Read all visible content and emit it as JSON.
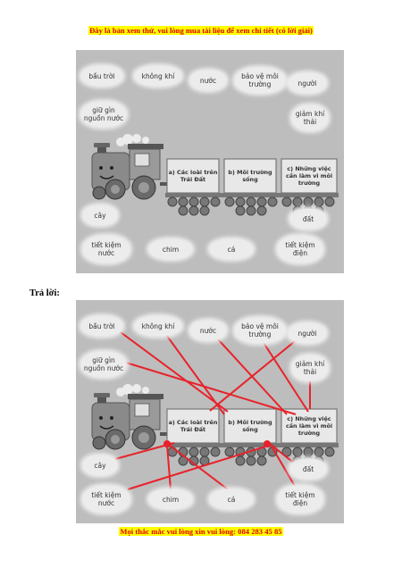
{
  "header": {
    "banner": "Đây là bản xem thử, vui lòng mua tài liệu để xem chi tiết (có lời giải)"
  },
  "answer_label": "Trả lời:",
  "footer": {
    "banner": "Mọi thắc mắc vui lòng xin vui lòng: 084 283 45 85"
  },
  "words": {
    "bau_troi": "bầu trời",
    "khong_khi": "không khí",
    "nuoc": "nước",
    "bao_ve_moi_truong": "bảo vệ môi trường",
    "nguoi": "người",
    "giu_gin_nguon_nuoc": "giữ gìn nguồn nước",
    "giam_khi_thai": "giảm khí thải",
    "cay": "cây",
    "dat": "đất",
    "tiet_kiem_nuoc": "tiết kiệm nước",
    "chim": "chim",
    "ca": "cá",
    "tiet_kiem_dien": "tiết kiệm điện"
  },
  "cars": {
    "a": "a) Các loài trên Trái Đất",
    "b": "b) Môi trường sống",
    "c": "c) Những việc cần làm vì môi trường"
  },
  "colors": {
    "banner_text": "#e00000",
    "banner_highlight": "#ffff00",
    "connector_lines": "#e8222a",
    "panel_background": "#bdbdbd"
  }
}
